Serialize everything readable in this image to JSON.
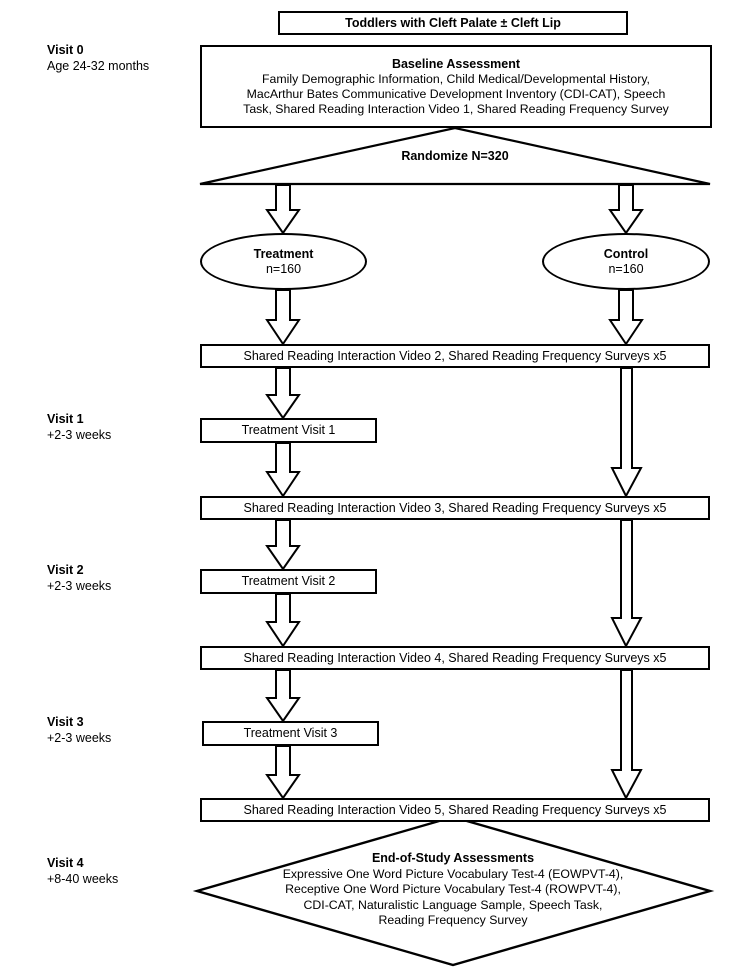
{
  "diagram": {
    "title": "Toddlers with Cleft Palate ± Cleft Lip",
    "type": "study-flow-chart"
  },
  "top_node": {
    "label": "Toddlers with Cleft Palate ± Cleft Lip"
  },
  "baseline": {
    "title": "Baseline Assessment",
    "lines": [
      "Family Demographic Information, Child Medical/Developmental History,",
      "MacArthur Bates Communicative Development Inventory (CDI-CAT), Speech",
      "Task, Shared Reading Interaction Video 1, Shared Reading Frequency Survey"
    ]
  },
  "randomize": {
    "label": "Randomize N=320"
  },
  "arms": {
    "treatment": {
      "title": "Treatment",
      "count": "n=160"
    },
    "control": {
      "title": "Control",
      "count": "n=160"
    }
  },
  "visits": [
    {
      "title": "Visit 0",
      "subtitle": "Age 24-32 months"
    },
    {
      "title": "Visit 1",
      "subtitle": "+2-3 weeks"
    },
    {
      "title": "Visit 2",
      "subtitle": "+2-3 weeks"
    },
    {
      "title": "Visit 3",
      "subtitle": "+2-3 weeks"
    },
    {
      "title": "Visit 4",
      "subtitle": "+8-40 weeks"
    }
  ],
  "shared_reading_bars": [
    {
      "label": "Shared Reading Interaction Video 2, Shared Reading Frequency Surveys x5"
    },
    {
      "label": "Shared Reading Interaction Video 3, Shared Reading Frequency Surveys x5"
    },
    {
      "label": "Shared Reading Interaction Video 4, Shared Reading Frequency Surveys x5"
    },
    {
      "label": "Shared Reading Interaction Video 5, Shared Reading Frequency Surveys x5"
    }
  ],
  "treatment_visits": [
    {
      "label": "Treatment Visit 1"
    },
    {
      "label": "Treatment Visit 2"
    },
    {
      "label": "Treatment Visit 3"
    }
  ],
  "end_of_study": {
    "title": "End-of-Study Assessments",
    "lines": [
      "Expressive One Word Picture Vocabulary Test-4 (EOWPVT-4),",
      "Receptive One Word Picture Vocabulary Test-4 (ROWPVT-4),",
      "CDI-CAT, Naturalistic Language Sample, Speech Task,",
      "Reading Frequency Survey"
    ]
  },
  "colors": {
    "stroke": "#000000",
    "fill": "#ffffff",
    "text": "#000000"
  }
}
